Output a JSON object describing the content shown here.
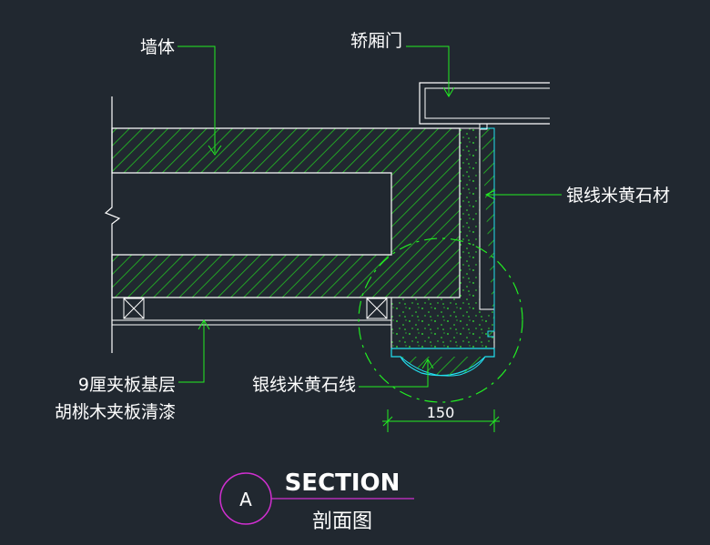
{
  "labels": {
    "wall": "墙体",
    "car_door": "轿厢门",
    "stone_cladding": "银线米黄石材",
    "plywood_line1": "9厘夹板基层",
    "plywood_line2": "胡桃木夹板清漆",
    "stone_line": "银线米黄石线"
  },
  "dimension": "150",
  "section_tag": {
    "letter": "A",
    "title": "SECTION",
    "subtitle": "剖面图"
  },
  "colors": {
    "background": "#212830",
    "outline": "#ffffff",
    "hatch": "#22c322",
    "leader": "#22ee22",
    "cyan": "#22e0f0",
    "magenta": "#d02fd0"
  }
}
